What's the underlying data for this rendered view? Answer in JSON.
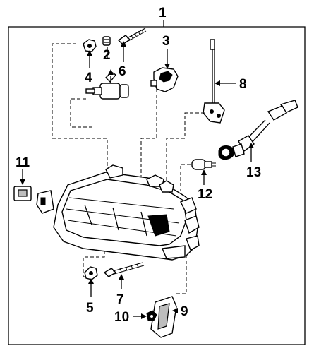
{
  "diagram": {
    "callouts": [
      {
        "id": "1",
        "label": "1"
      },
      {
        "id": "2",
        "label": "2"
      },
      {
        "id": "3",
        "label": "3"
      },
      {
        "id": "4",
        "label": "4"
      },
      {
        "id": "5",
        "label": "5"
      },
      {
        "id": "6",
        "label": "6"
      },
      {
        "id": "7",
        "label": "7"
      },
      {
        "id": "8",
        "label": "8"
      },
      {
        "id": "9",
        "label": "9"
      },
      {
        "id": "10",
        "label": "10"
      },
      {
        "id": "11",
        "label": "11"
      },
      {
        "id": "12",
        "label": "12"
      },
      {
        "id": "13",
        "label": "13"
      }
    ],
    "colors": {
      "line": "#000000",
      "background": "#ffffff",
      "shade": "#bdbdbd"
    }
  }
}
